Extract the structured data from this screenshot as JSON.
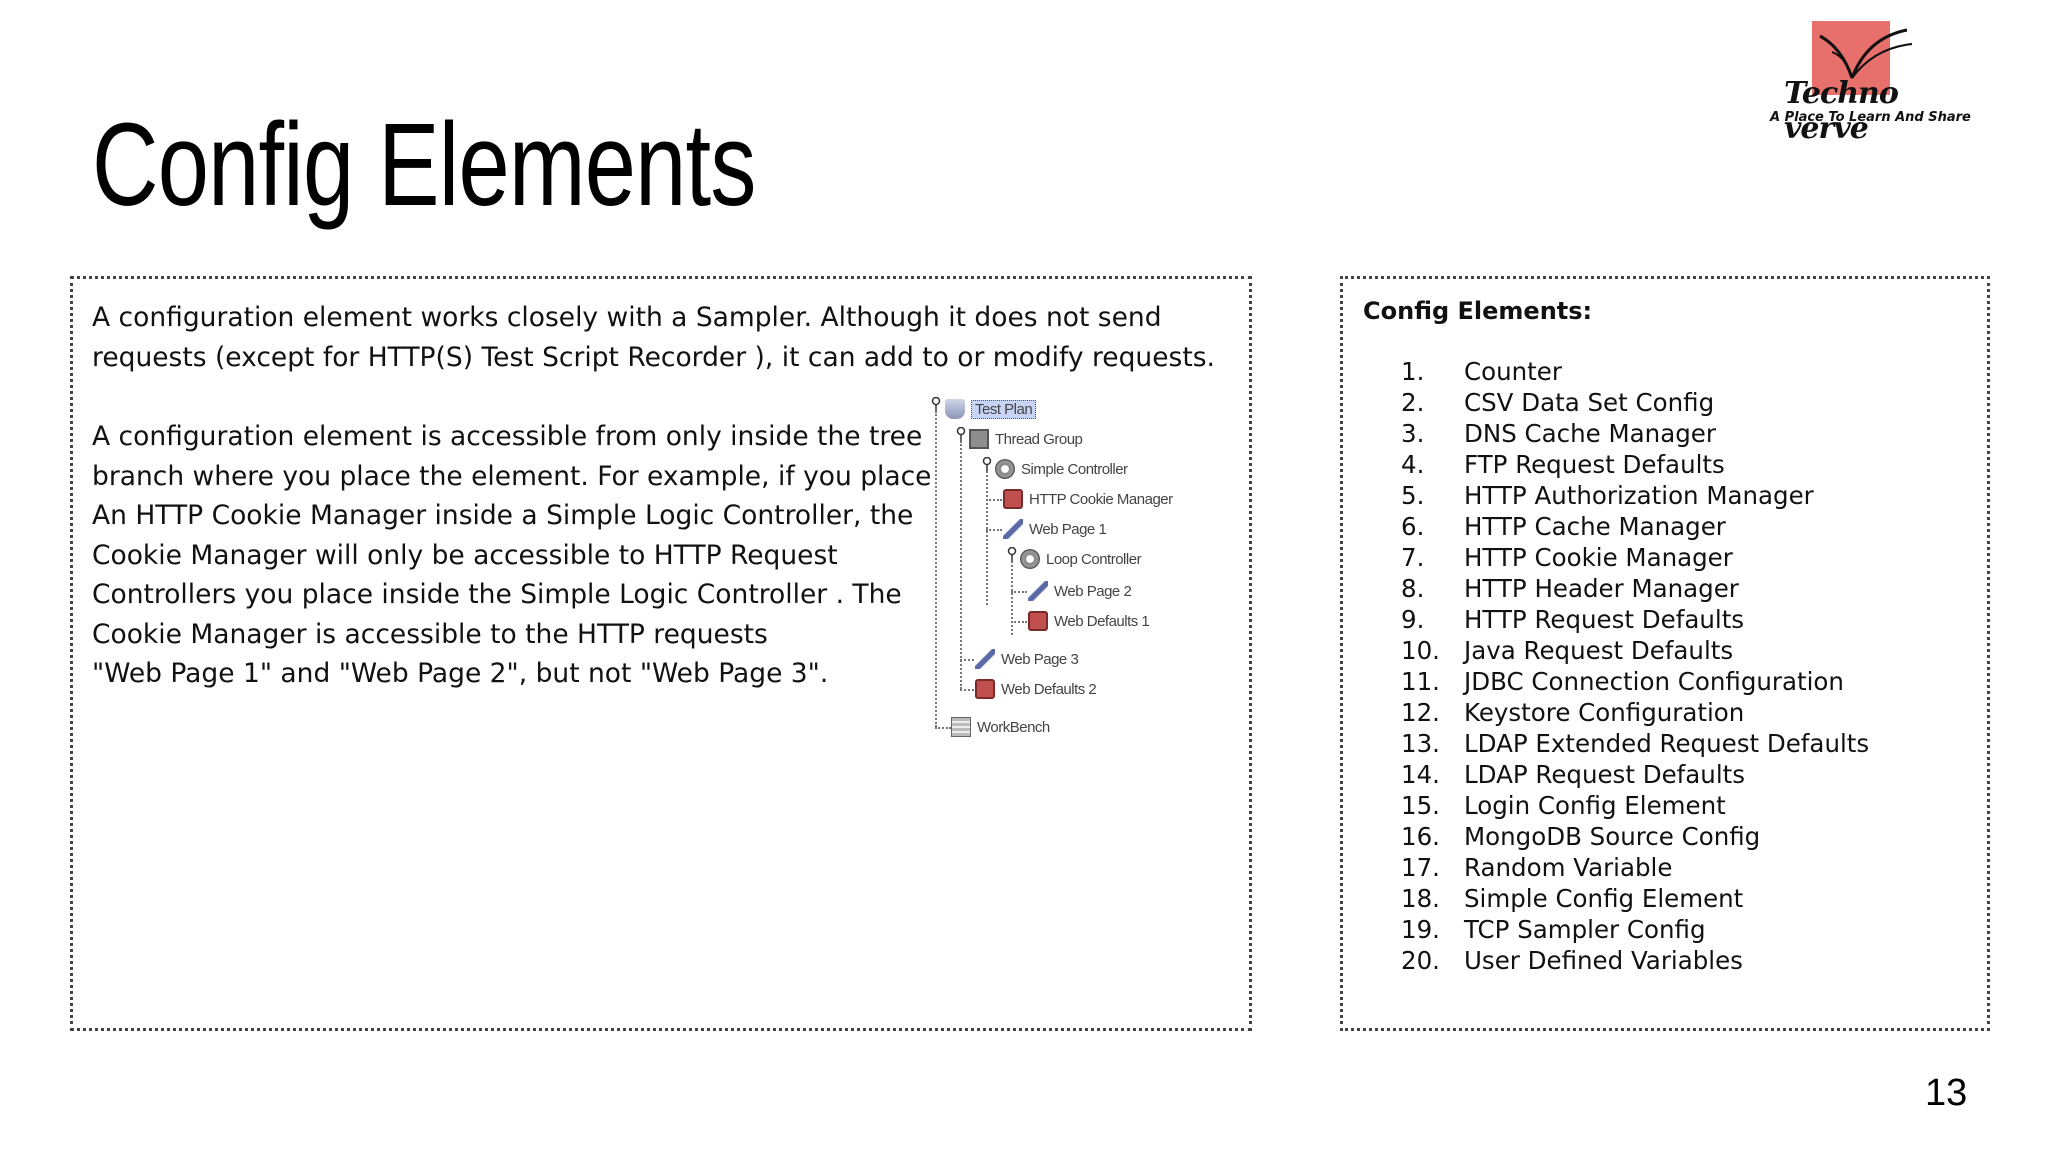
{
  "slide": {
    "title": "Config Elements",
    "page_number": "13"
  },
  "logo": {
    "name": "Techno verve",
    "tagline": "A Place To Learn And Share",
    "color": "#e8706c"
  },
  "left_panel": {
    "paragraph1": "A configuration element works closely with a Sampler. Although it does not send\nrequests (except for HTTP(S) Test Script Recorder ), it can add to or modify requests.",
    "paragraph2": "A configuration element is accessible from only inside the tree\nbranch where you place the element. For example, if you place\nAn HTTP Cookie Manager inside a Simple Logic Controller, the\nCookie Manager will only be accessible to HTTP Request\nControllers you place inside the Simple Logic Controller . The\nCookie Manager  is accessible to the HTTP requests\n\"Web Page 1\" and \"Web Page 2\", but not \"Web Page 3\".",
    "tree": {
      "test_plan": "Test Plan",
      "thread_group": "Thread Group",
      "simple_controller": "Simple Controller",
      "cookie_manager": "HTTP Cookie Manager",
      "web_page_1": "Web Page 1",
      "loop_controller": "Loop Controller",
      "web_page_2": "Web Page 2",
      "web_defaults_1": "Web Defaults 1",
      "web_page_3": "Web Page 3",
      "web_defaults_2": "Web Defaults 2",
      "workbench": "WorkBench"
    }
  },
  "right_panel": {
    "heading": "Config Elements:",
    "items": [
      {
        "num": "1.",
        "label": "Counter"
      },
      {
        "num": "2.",
        "label": "CSV Data Set Config"
      },
      {
        "num": "3.",
        "label": "DNS Cache Manager"
      },
      {
        "num": "4.",
        "label": "FTP Request Defaults"
      },
      {
        "num": "5.",
        "label": "HTTP Authorization Manager"
      },
      {
        "num": "6.",
        "label": "HTTP Cache Manager"
      },
      {
        "num": "7.",
        "label": "HTTP Cookie Manager"
      },
      {
        "num": "8.",
        "label": "HTTP Header Manager"
      },
      {
        "num": "9.",
        "label": "HTTP Request Defaults"
      },
      {
        "num": "10.",
        "label": "Java Request Defaults"
      },
      {
        "num": "11.",
        "label": "JDBC Connection Configuration"
      },
      {
        "num": "12.",
        "label": "Keystore Configuration"
      },
      {
        "num": "13.",
        "label": "LDAP Extended Request Defaults"
      },
      {
        "num": "14.",
        "label": "LDAP Request Defaults"
      },
      {
        "num": "15.",
        "label": "Login Config Element"
      },
      {
        "num": "16.",
        "label": "MongoDB Source Config"
      },
      {
        "num": "17.",
        "label": "Random Variable"
      },
      {
        "num": "18.",
        "label": "Simple Config Element"
      },
      {
        "num": "19.",
        "label": "TCP Sampler Config"
      },
      {
        "num": "20.",
        "label": "User Defined Variables"
      }
    ]
  }
}
